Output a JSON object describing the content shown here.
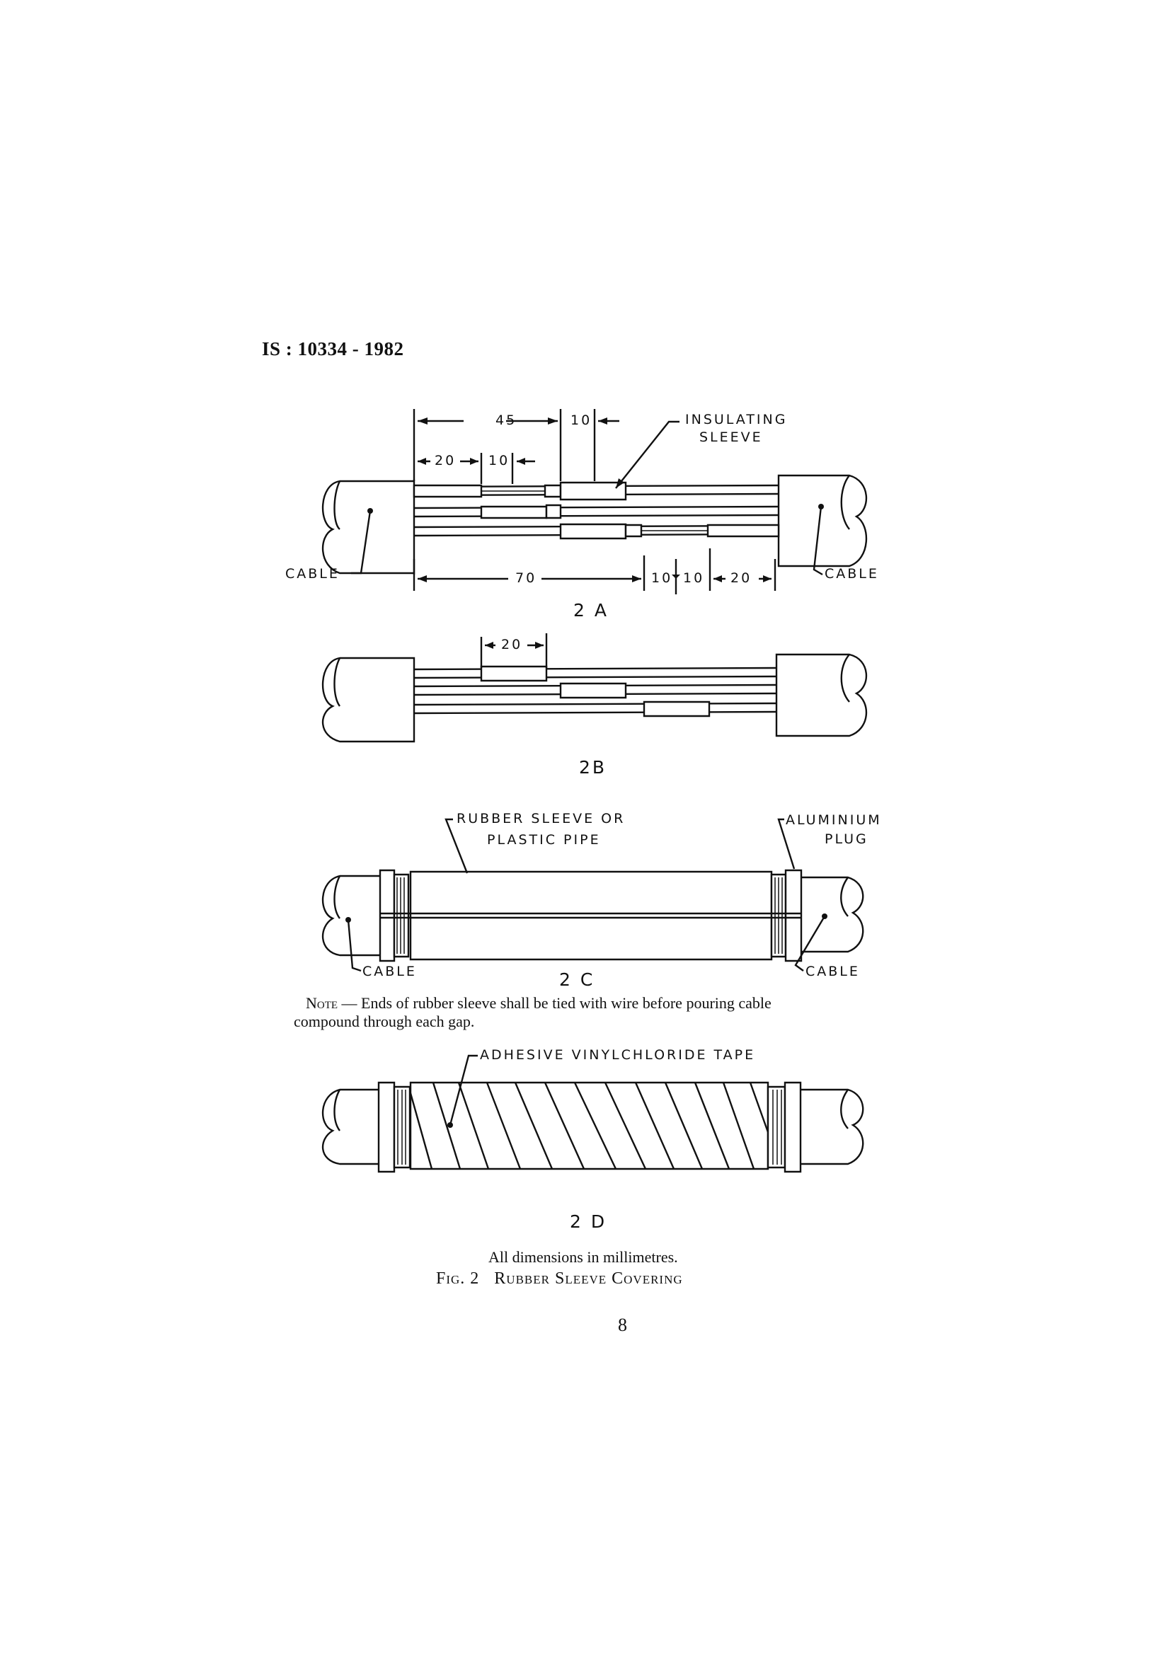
{
  "header": {
    "code": "IS : 10334 - 1982"
  },
  "fig2a": {
    "dims": {
      "d45": "45",
      "d10a": "10",
      "d20": "20",
      "d10b": "10",
      "d70": "70",
      "d10c": "10",
      "d10d": "10",
      "d20b": "20"
    },
    "insulating_sleeve_line1": "INSULATING",
    "insulating_sleeve_line2": "SLEEVE",
    "cable_left": "CABLE",
    "cable_right": "CABLE",
    "caption": "2 A"
  },
  "fig2b": {
    "dim20": "20",
    "caption": "2B"
  },
  "fig2c": {
    "rubber_sleeve_line1": "RUBBER SLEEVE OR",
    "rubber_sleeve_line2": "PLASTIC PIPE",
    "aluminium_line1": "ALUMINIUM",
    "aluminium_line2": "PLUG",
    "cable_left": "CABLE",
    "cable_right": "CABLE",
    "caption": "2 C"
  },
  "note": {
    "label": "Note",
    "line1": "— Ends of rubber sleeve shall be tied with wire before pouring cable",
    "line2": "compound through each gap."
  },
  "fig2d": {
    "tape_label": "ADHESIVE VINYLCHLORIDE TAPE",
    "caption": "2 D"
  },
  "dimensions_note": "All dimensions in millimetres.",
  "figure_caption": {
    "number": "Fig. 2",
    "title": "Rubber Sleeve Covering"
  },
  "page_number": "8"
}
